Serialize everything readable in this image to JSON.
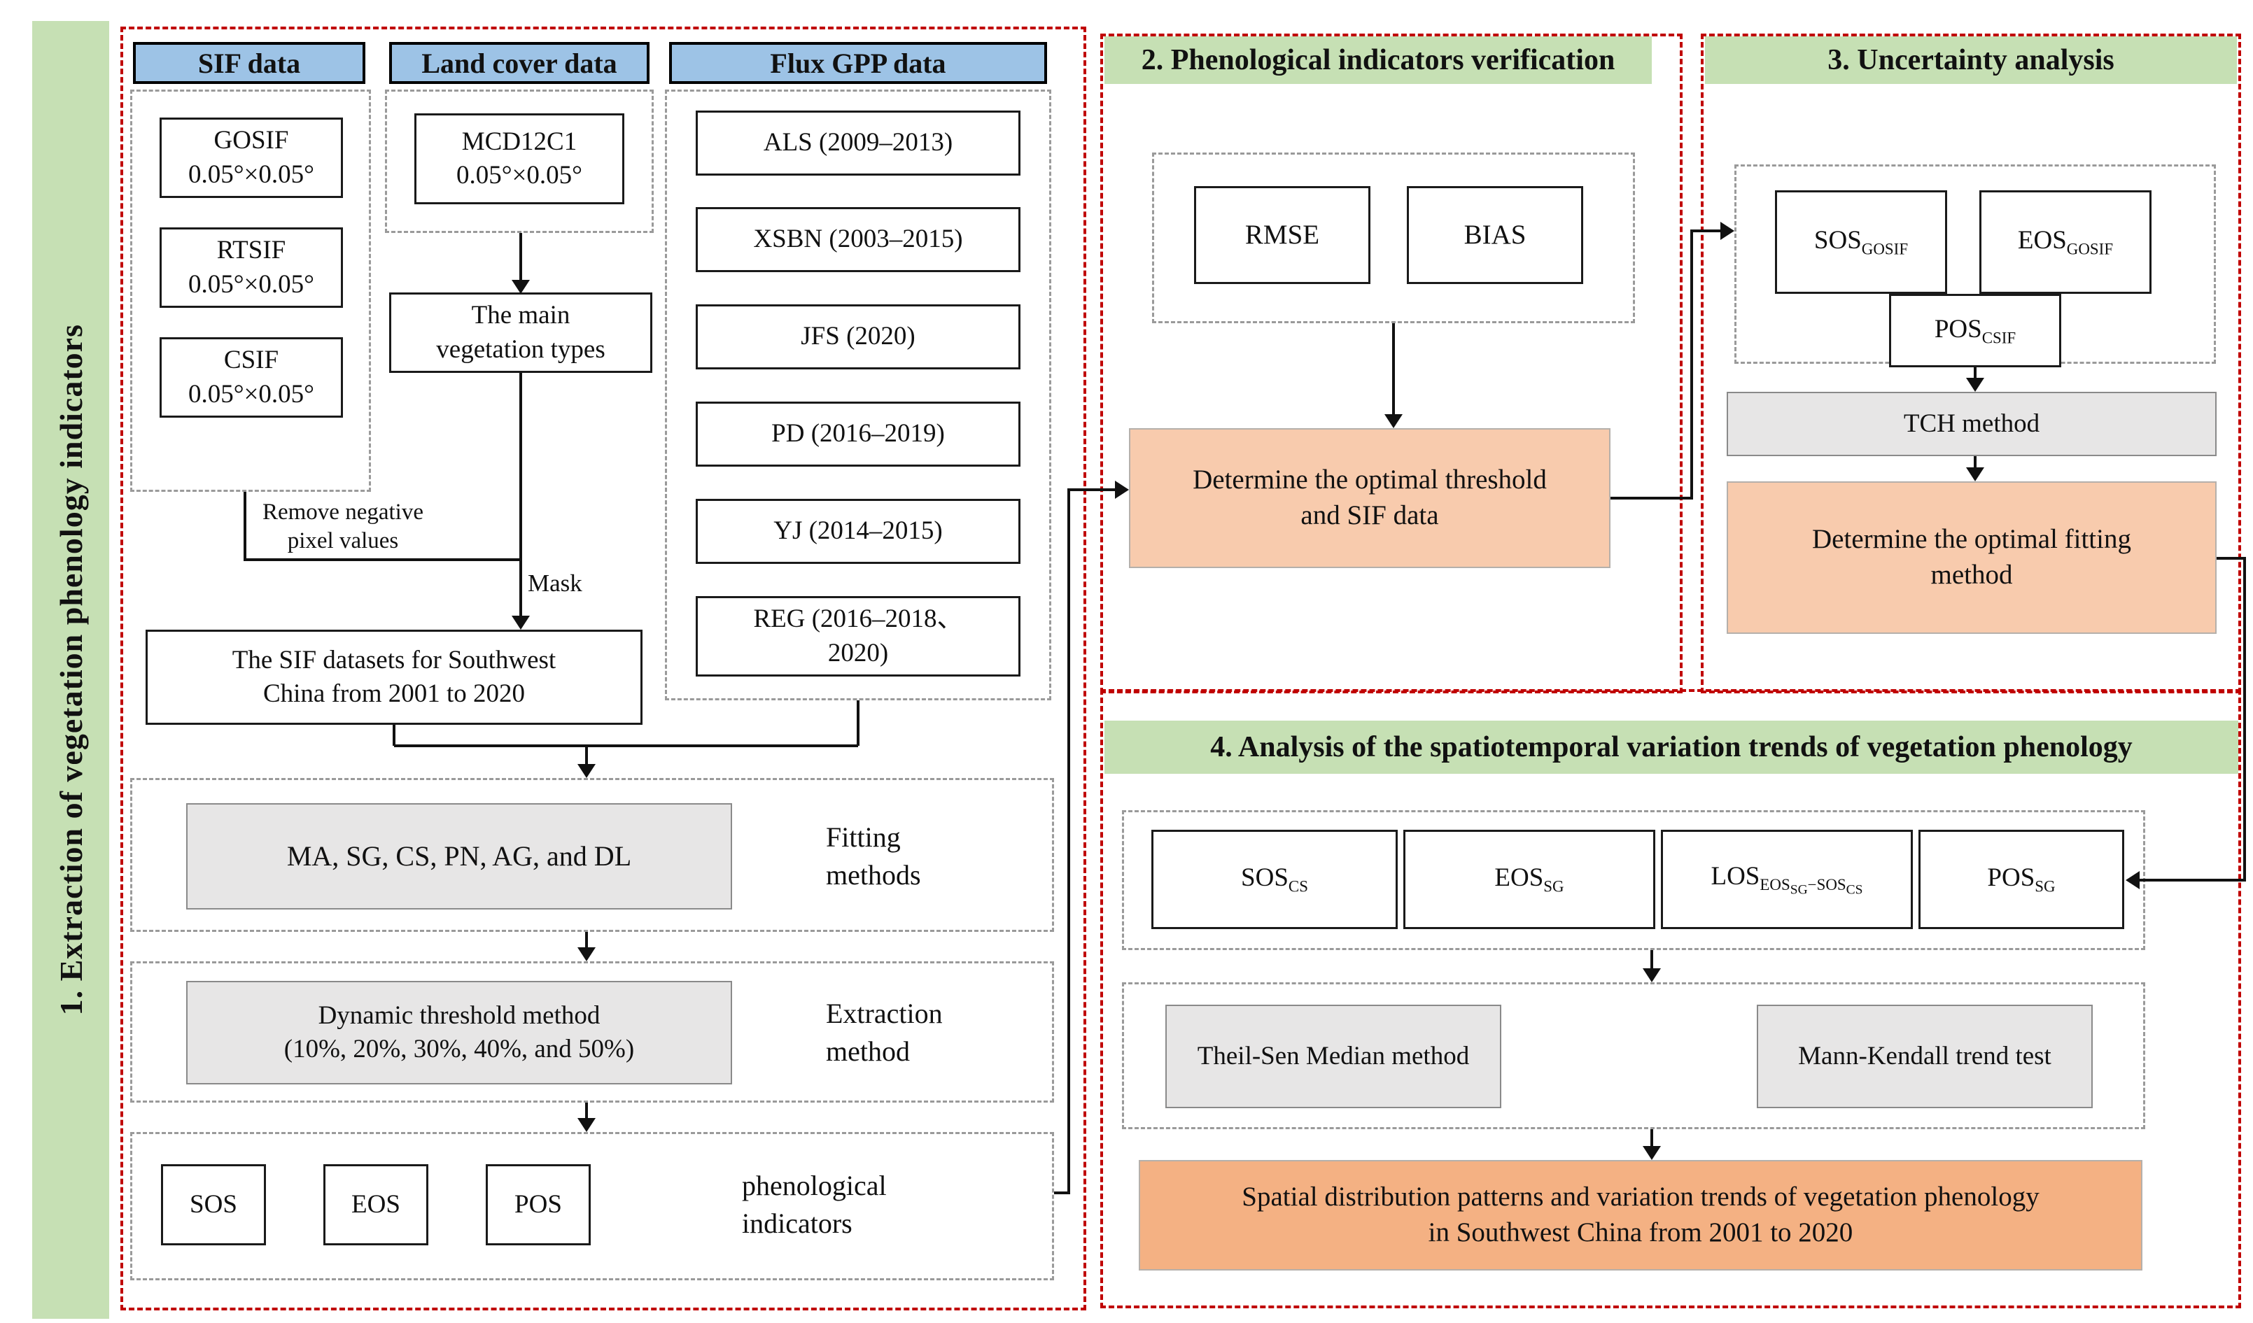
{
  "colors": {
    "red_border": "#c00000",
    "green_fill": "#c6e0b4",
    "blue_fill": "#9dc3e6",
    "orange_fill": "#f8cbad",
    "orange_deep": "#f4b183",
    "gray_fill": "#e7e6e6"
  },
  "s1": {
    "bar_label": "1. Extraction of vegetation phenology indicators",
    "sif_header": "SIF data",
    "sif_items": [
      "GOSIF\n0.05°×0.05°",
      "RTSIF\n0.05°×0.05°",
      "CSIF\n0.05°×0.05°"
    ],
    "land_header": "Land cover data",
    "land_item": "MCD12C1\n0.05°×0.05°",
    "veg_box": "The main\nvegetation types",
    "flux_header": "Flux GPP data",
    "flux_items": [
      "ALS (2009–2013)",
      "XSBN (2003–2015)",
      "JFS (2020)",
      "PD (2016–2019)",
      "YJ (2014–2015)",
      "REG (2016–2018、\n2020)"
    ],
    "remove_label": "Remove negative\npixel values",
    "mask_label": "Mask",
    "dataset_box": "The SIF datasets for Southwest\nChina from 2001 to 2020",
    "fitting_box": "MA, SG, CS, PN, AG, and DL",
    "fitting_label": "Fitting\nmethods",
    "extraction_box": "Dynamic threshold method\n(10%, 20%, 30%, 40%, and 50%)",
    "extraction_label": "Extraction\nmethod",
    "indicator_items": [
      "SOS",
      "EOS",
      "POS"
    ],
    "indicator_label": "phenological\nindicators"
  },
  "s2": {
    "title": "2. Phenological indicators verification",
    "metric_items": [
      "RMSE",
      "BIAS"
    ],
    "result_box": "Determine the optimal threshold\nand SIF data"
  },
  "s3": {
    "title": "3. Uncertainty analysis",
    "ind": [
      {
        "base": "SOS",
        "sub": "GOSIF"
      },
      {
        "base": "EOS",
        "sub": "GOSIF"
      },
      {
        "base": "POS",
        "sub": "CSIF"
      }
    ],
    "method_box": "TCH method",
    "result_box": "Determine the optimal fitting\nmethod"
  },
  "s4": {
    "title": "4. Analysis of the spatiotemporal variation trends of vegetation phenology",
    "ind": [
      {
        "base": "SOS",
        "sub": "CS"
      },
      {
        "base": "EOS",
        "sub": "SG"
      },
      {
        "base": "LOS",
        "sub1": "EOS",
        "sub1s": "SG",
        "sub2": "−SOS",
        "sub2s": "CS"
      },
      {
        "base": "POS",
        "sub": "SG"
      }
    ],
    "method_items": [
      "Theil-Sen Median method",
      "Mann-Kendall trend test"
    ],
    "result_box": "Spatial distribution patterns and variation trends of vegetation phenology\nin Southwest China from 2001 to 2020"
  }
}
